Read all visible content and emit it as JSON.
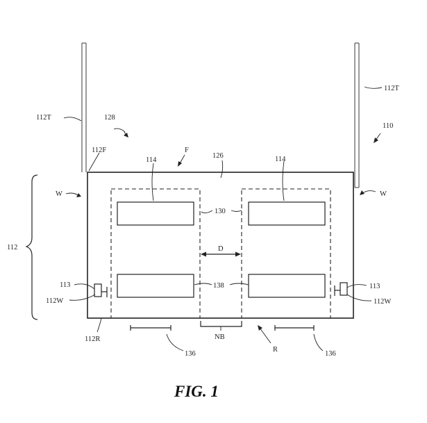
{
  "caption": "FIG. 1",
  "labels": {
    "tower_left": "112T",
    "tower_right": "112T",
    "ref_128": "128",
    "ref_110": "110",
    "front_frame": "112F",
    "front": "F",
    "ref_126": "126",
    "panel_left": "114",
    "panel_right": "114",
    "wall_left": "W",
    "wall_right": "W",
    "system": "112",
    "ref_130": "130",
    "distance": "D",
    "ref_113_left": "113",
    "ref_113_right": "113",
    "wheel_left": "112W",
    "wheel_right": "112W",
    "ref_138": "138",
    "rear_frame": "112R",
    "gap": "NB",
    "rear": "R",
    "ref_136_left": "136",
    "ref_136_right": "136"
  }
}
